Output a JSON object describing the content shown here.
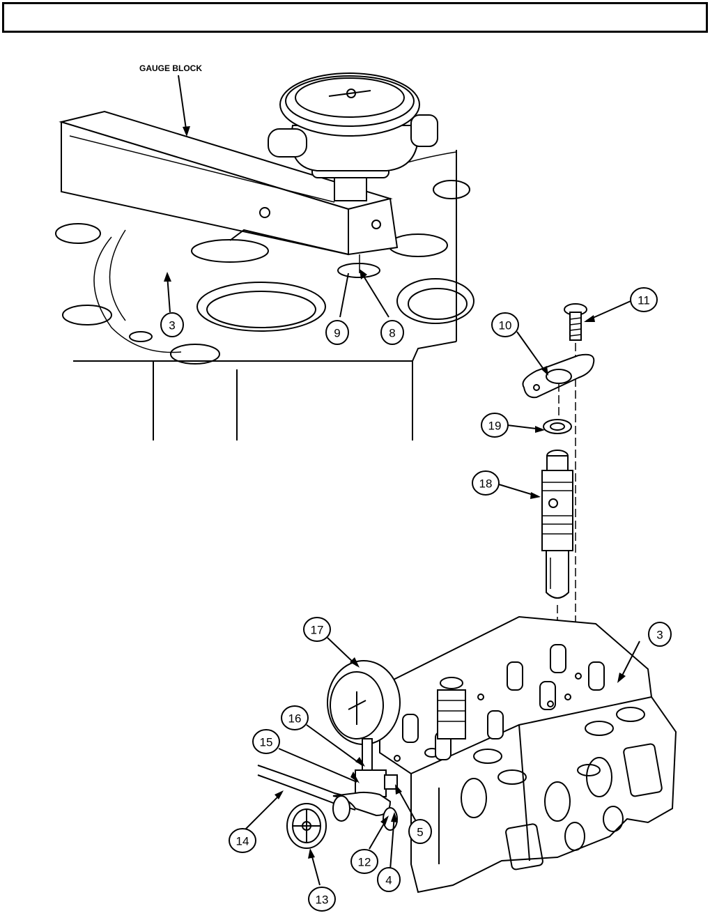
{
  "header": {
    "text": ""
  },
  "top_view": {
    "gauge_block_label": "GAUGE BLOCK"
  },
  "callouts": {
    "c3_top": "3",
    "c9": "9",
    "c8": "8",
    "c11": "11",
    "c10": "10",
    "c19": "19",
    "c18": "18",
    "c17": "17",
    "c3_bottom": "3",
    "c16": "16",
    "c15": "15",
    "c14": "14",
    "c5": "5",
    "c12": "12",
    "c4": "4",
    "c13": "13"
  }
}
